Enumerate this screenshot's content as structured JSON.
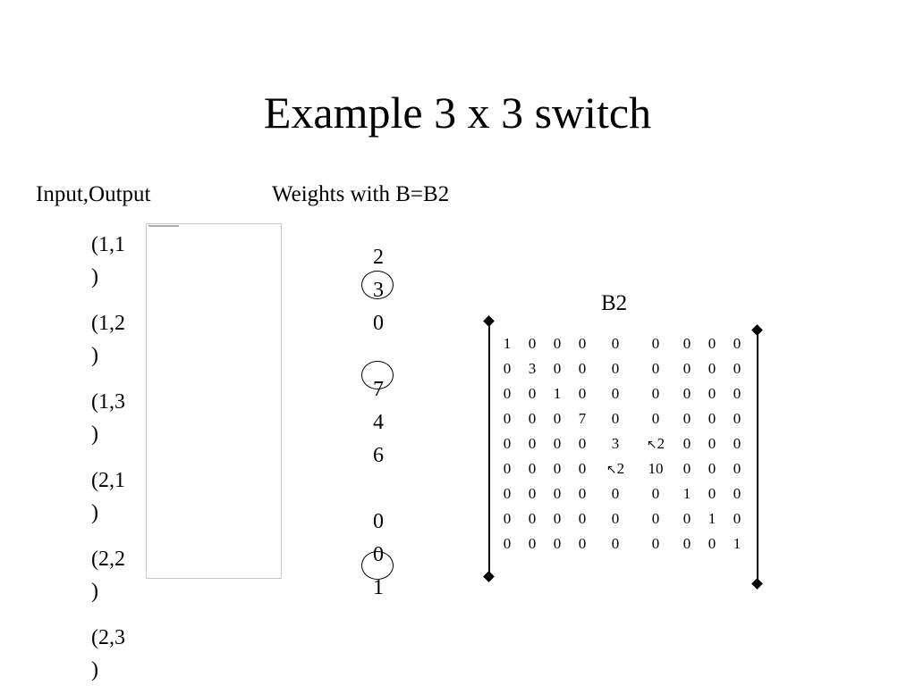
{
  "slide": {
    "title": "Example 3 x 3 switch",
    "io_heading": "Input,Output",
    "weights_heading": "Weights with B=B2",
    "matrix_label": "B2"
  },
  "pairs": [
    [
      "(1,1",
      ")"
    ],
    [
      "(1,2",
      ")"
    ],
    [
      "(1,3",
      ")"
    ],
    [
      "(2,1",
      ")"
    ],
    [
      "(2,2",
      ")"
    ],
    [
      "(2,3",
      ")"
    ]
  ],
  "weights": [
    "2",
    "3",
    "0",
    "7",
    "4",
    "6",
    "0",
    "0",
    "1"
  ],
  "matrix": [
    [
      "1",
      "0",
      "0",
      "0",
      "0",
      "0",
      "0",
      "0",
      "0"
    ],
    [
      "0",
      "3",
      "0",
      "0",
      "0",
      "0",
      "0",
      "0",
      "0"
    ],
    [
      "0",
      "0",
      "1",
      "0",
      "0",
      "0",
      "0",
      "0",
      "0"
    ],
    [
      "0",
      "0",
      "0",
      "7",
      "0",
      "0",
      "0",
      "0",
      "0"
    ],
    [
      "0",
      "0",
      "0",
      "0",
      "3",
      "2",
      "0",
      "0",
      "0"
    ],
    [
      "0",
      "0",
      "0",
      "0",
      "2",
      "10",
      "0",
      "0",
      "0"
    ],
    [
      "0",
      "0",
      "0",
      "0",
      "0",
      "0",
      "1",
      "0",
      "0"
    ],
    [
      "0",
      "0",
      "0",
      "0",
      "0",
      "0",
      "0",
      "1",
      "0"
    ],
    [
      "0",
      "0",
      "0",
      "0",
      "0",
      "0",
      "0",
      "0",
      "1"
    ]
  ],
  "cursor_cells": [
    [
      4,
      5
    ],
    [
      5,
      4
    ]
  ]
}
